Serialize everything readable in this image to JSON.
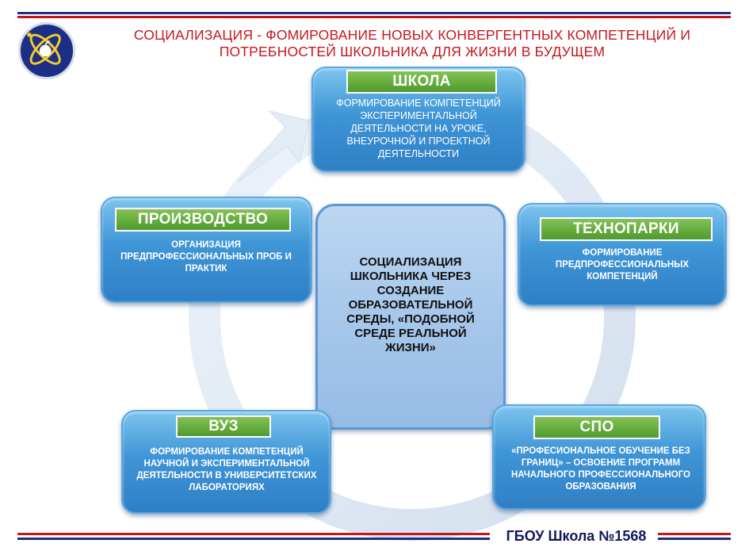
{
  "header": {
    "title_line1": "СОЦИАЛИЗАЦИЯ - ФОМИРОВАНИЕ НОВЫХ КОНВЕРГЕНТНЫХ КОМПЕТЕНЦИЙ И",
    "title_line2": "ПОТРЕБНОСТЕЙ ШКОЛЬНИКА ДЛЯ ЖИЗНИ В БУДУЩЕМ"
  },
  "logo": {
    "icon": "atom-apple-logo-icon"
  },
  "center": {
    "text": "СОЦИАЛИЗАЦИЯ ШКОЛЬНИКА ЧЕРЕЗ СОЗДАНИЕ ОБРАЗОВАТЕЛЬНОЙ СРЕДЫ, «ПОДОБНОЙ СРЕДЕ РЕАЛЬНОЙ ЖИЗНИ»"
  },
  "nodes": {
    "school": {
      "label": "ШКОЛА",
      "description": "ФОРМИРОВАНИЕ КОМПЕТЕНЦИЙ ЭКСПЕРИМЕНТАЛЬНОЙ ДЕЯТЕЛЬНОСТИ НА УРОКЕ, ВНЕУРОЧНОЙ И ПРОЕКТНОЙ ДЕЯТЕЛЬНОСТИ"
    },
    "technoparks": {
      "label": "ТЕХНОПАРКИ",
      "description": "ФОРМИРОВАНИЕ ПРЕДПРОФЕССИОНАЛЬНЫХ КОМПЕТЕНЦИЙ"
    },
    "spo": {
      "label": "СПО",
      "description": "«ПРОФЕСИОНАЛЬНОЕ ОБУЧЕНИЕ БЕЗ ГРАНИЦ» – ОСВОЕНИЕ ПРОГРАММ НАЧАЛЬНОГО ПРОФЕССИОНАЛЬНОГО ОБРАЗОВАНИЯ"
    },
    "vuz": {
      "label": "ВУЗ",
      "description": "ФОРМИРОВАНИЕ КОМПЕТЕНЦИЙ НАУЧНОЙ И ЭКСПЕРИМЕНТАЛЬНОЙ ДЕЯТЕЛЬНОСТИ В УНИВЕРСИТЕТСКИХ ЛАБОРАТОРИЯХ"
    },
    "production": {
      "label": "ПРОИЗВОДСТВО",
      "description": "ОРГАНИЗАЦИЯ ПРЕДПРОФЕССИОНАЛЬНЫХ ПРОБ И ПРАКТИК"
    }
  },
  "footer": {
    "text": "ГБОУ Школа №1568"
  },
  "colors": {
    "title_red": "#c5161d",
    "stripe_navy": "#1c2f86",
    "stripe_red": "#c5161d",
    "box_blue": "#3f95d6",
    "label_green": "#5aa336"
  }
}
